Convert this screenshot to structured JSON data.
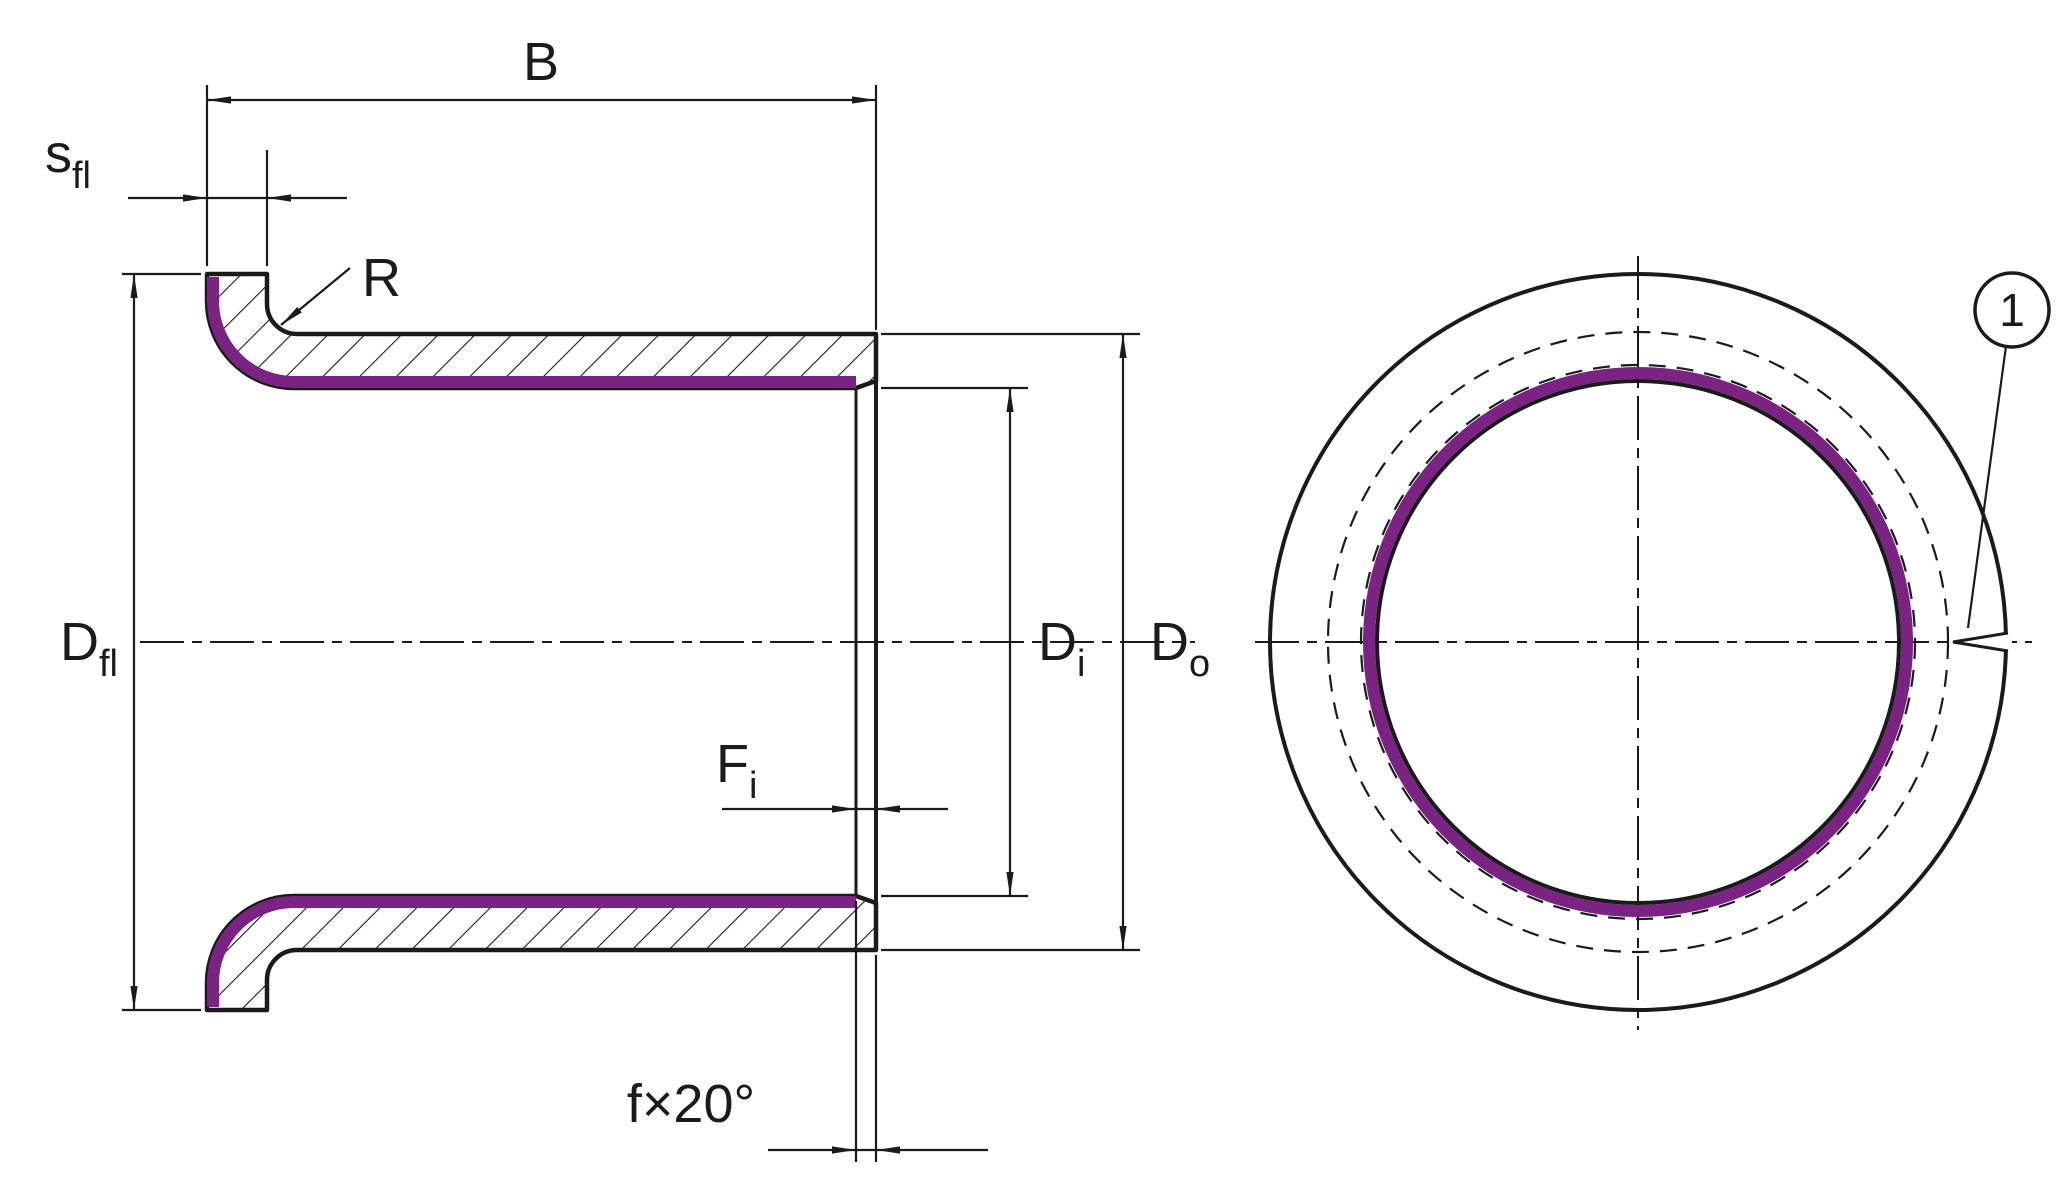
{
  "drawing": {
    "type": "technical-drawing",
    "subject": "flanged plain bushing - longitudinal section and front view",
    "colors": {
      "line": "#1b1b1b",
      "liner": "#7a2383",
      "background": "#ffffff"
    },
    "labels": {
      "width_b": "B",
      "flange_thickness": {
        "base": "s",
        "sub": "fl"
      },
      "flange_radius": "R",
      "flange_diameter": {
        "base": "D",
        "sub": "fl"
      },
      "bore_diameter": {
        "base": "D",
        "sub": "i"
      },
      "outer_diameter": {
        "base": "D",
        "sub": "o"
      },
      "bore_zone": {
        "base": "F",
        "sub": "i"
      },
      "chamfer": "f×20°",
      "callout_split": "1"
    }
  }
}
